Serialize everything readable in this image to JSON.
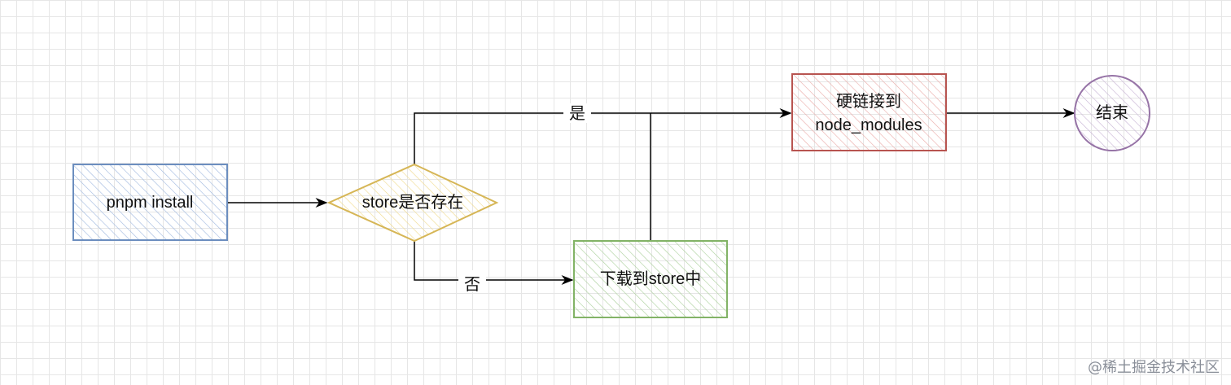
{
  "nodes": {
    "start": {
      "label": "pnpm install",
      "stroke": "#6c8ebf",
      "fill": "#dae8fc"
    },
    "decision": {
      "label": "store是否存在",
      "stroke": "#d6b656",
      "fill": "#fff2cc"
    },
    "download": {
      "label": "下载到store中",
      "stroke": "#82b366",
      "fill": "#d5e8d4"
    },
    "hardlink": {
      "line1": "硬链接到",
      "line2": "node_modules",
      "stroke": "#b85450",
      "fill": "#f8cecc"
    },
    "end": {
      "label": "结束",
      "stroke": "#9673a6",
      "fill": "#e1d5e7"
    }
  },
  "edges": {
    "yes_label": "是",
    "no_label": "否"
  },
  "watermark": "@稀土掘金技术社区"
}
